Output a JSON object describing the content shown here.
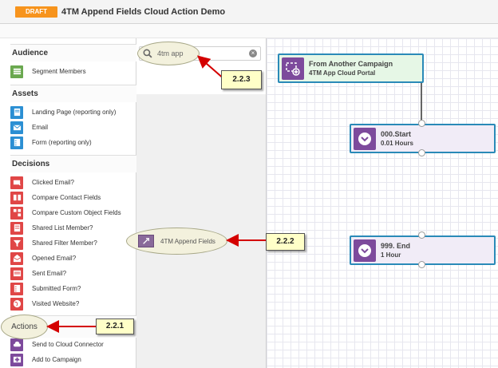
{
  "header": {
    "badge": "DRAFT",
    "title": "4TM Append Fields Cloud Action Demo"
  },
  "palette": {
    "audience": {
      "title": "Audience",
      "items": [
        {
          "label": "Segment Members",
          "icon": "segment-icon",
          "color": "#6aa84f"
        }
      ]
    },
    "assets": {
      "title": "Assets",
      "items": [
        {
          "label": "Landing Page (reporting only)",
          "icon": "landing-page-icon",
          "color": "#2b8fd3"
        },
        {
          "label": "Email",
          "icon": "email-icon",
          "color": "#2b8fd3"
        },
        {
          "label": "Form (reporting only)",
          "icon": "form-icon",
          "color": "#2b8fd3"
        }
      ]
    },
    "decisions": {
      "title": "Decisions",
      "items": [
        {
          "label": "Clicked Email?",
          "icon": "clicked-email-icon",
          "color": "#e04646"
        },
        {
          "label": "Compare Contact Fields",
          "icon": "compare-fields-icon",
          "color": "#e04646"
        },
        {
          "label": "Compare Custom Object Fields",
          "icon": "compare-object-icon",
          "color": "#e04646"
        },
        {
          "label": "Shared List Member?",
          "icon": "list-icon",
          "color": "#e04646"
        },
        {
          "label": "Shared Filter Member?",
          "icon": "filter-icon",
          "color": "#e04646"
        },
        {
          "label": "Opened Email?",
          "icon": "opened-email-icon",
          "color": "#e04646"
        },
        {
          "label": "Sent Email?",
          "icon": "sent-email-icon",
          "color": "#e04646"
        },
        {
          "label": "Submitted Form?",
          "icon": "submitted-form-icon",
          "color": "#e04646"
        },
        {
          "label": "Visited Website?",
          "icon": "globe-icon",
          "color": "#e04646"
        }
      ]
    },
    "actions": {
      "title": "Actions",
      "items": [
        {
          "label": "Send to Cloud Connector",
          "icon": "cloud-icon",
          "color": "#7d4a9c"
        },
        {
          "label": "Add to Campaign",
          "icon": "add-campaign-icon",
          "color": "#7d4a9c"
        }
      ]
    }
  },
  "search": {
    "value": "4tm app",
    "result_label": "4TM Append Fields"
  },
  "canvas": {
    "nodes": [
      {
        "title": "From Another Campaign",
        "subtitle": "4TM App Cloud Portal",
        "icon": "campaign-entry-icon"
      },
      {
        "title": "000.Start",
        "subtitle": "0.01 Hours",
        "icon": "clock-icon"
      },
      {
        "title": "999. End",
        "subtitle": "1 Hour",
        "icon": "clock-icon"
      }
    ]
  },
  "callouts": {
    "search": "2.2.3",
    "result": "2.2.2",
    "actions": "2.2.1"
  },
  "colors": {
    "draft_badge": "#f7941d",
    "node_border": "#2a8ab8",
    "callout_fill": "#ffffc8",
    "arrow": "#d40000"
  }
}
